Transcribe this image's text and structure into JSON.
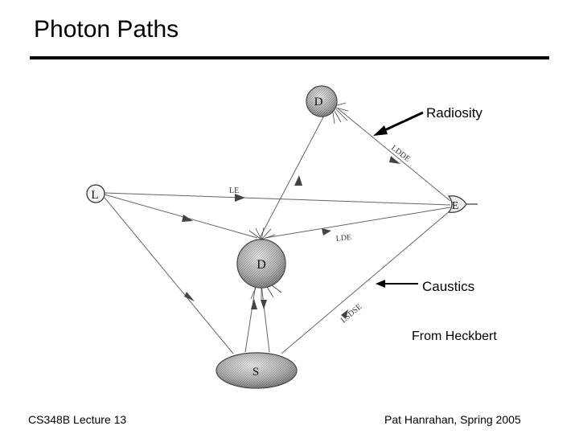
{
  "slide": {
    "title": "Photon Paths",
    "annotations": {
      "radiosity": "Radiosity",
      "caustics": "Caustics",
      "source": "From Heckbert"
    },
    "footer": {
      "left": "CS348B Lecture 13",
      "right": "Pat Hanrahan, Spring 2005"
    }
  },
  "diagram": {
    "nodes": {
      "light": "L",
      "diffuse_top": "D",
      "diffuse_mid": "D",
      "eye": "E",
      "specular": "S"
    },
    "paths": {
      "le": "LE",
      "lddе": "LDDE",
      "lde": "LDE",
      "lsdse": "LSDSE"
    }
  }
}
